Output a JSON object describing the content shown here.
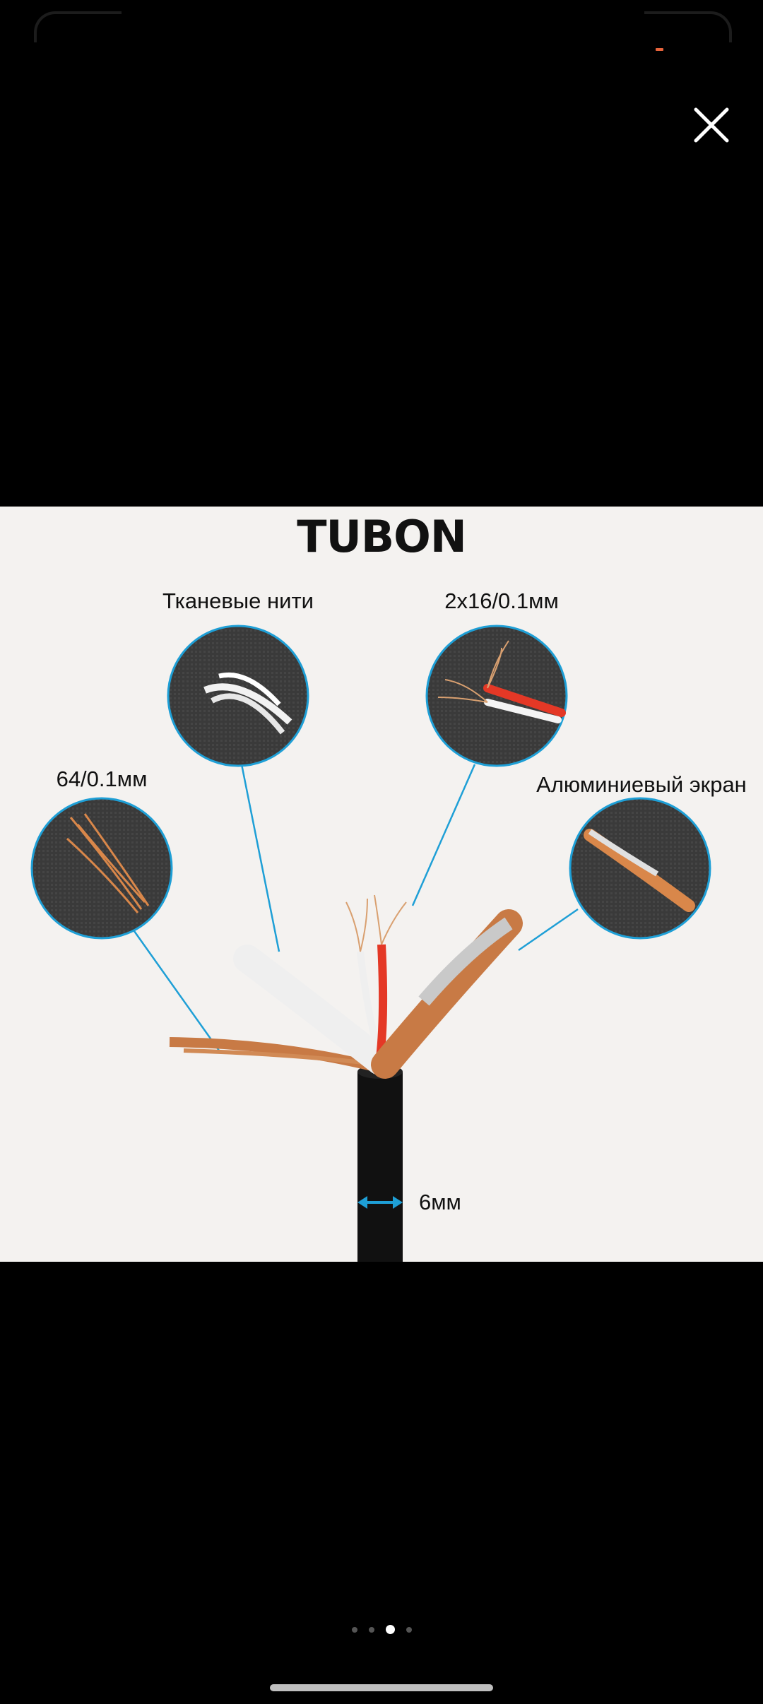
{
  "viewer": {
    "close_icon": "close-icon",
    "pager": {
      "count": 4,
      "active_index": 2
    }
  },
  "product_image": {
    "brand": "TUBON",
    "callouts": {
      "fabric_threads": "Тканевые нити",
      "inner_cores": "2x16/0.1мм",
      "outer_strands": "64/0.1мм",
      "aluminum_shield": "Алюминиевый экран"
    },
    "diameter_label": "6мм"
  },
  "colors": {
    "background": "#000000",
    "image_bg": "#f4f2f0",
    "callout_ring": "#1e9fd6",
    "copper": "#c87a45",
    "red_core": "#e43826"
  }
}
